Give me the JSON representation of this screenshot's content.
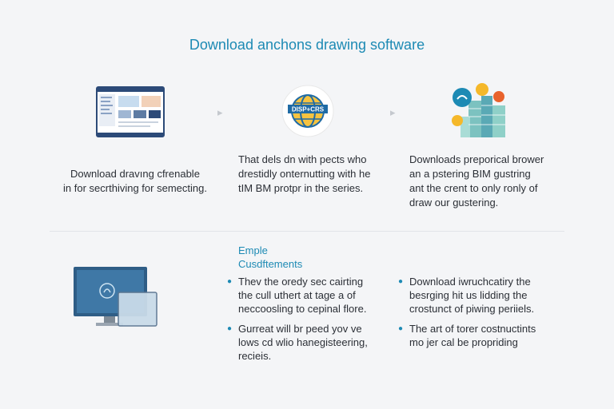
{
  "page": {
    "title": "Download anchons drawing software"
  },
  "steps": [
    {
      "icon": "desktop-app-screenshot-icon",
      "lines": [
        "Download dravıng cfrenable",
        "in for secrthiving for semecting."
      ]
    },
    {
      "icon": "globe-logo-icon",
      "logo_text": "DISP+CRS",
      "lines": [
        "That dels dn with pects who",
        "drestidly onternutting with he",
        "tIM BM protpr in the series."
      ]
    },
    {
      "icon": "bim-buildings-icon",
      "lines": [
        "Downloads preporical brower",
        "an a pstering BIM gustring",
        "ant the crent to only ronly of",
        "draw our gustering."
      ]
    }
  ],
  "requirements": {
    "heading_line1": "Emple",
    "heading_line2": "Cusdftements",
    "left": [
      {
        "lines": [
          "Thev the oredy sec cairting",
          "the cull uthert at tage a of",
          "neccoosling to cepinal flore."
        ]
      },
      {
        "lines": [
          "Gurreat will br peed yov ve",
          "lows cd wlio hanegisteering,",
          "recieis."
        ]
      }
    ],
    "right": [
      {
        "lines": [
          "Download iwruchcatiry the",
          "besrging hit us lidding the",
          "crostunct of piwing periiels."
        ]
      },
      {
        "lines": [
          "The art of torer costnuctints",
          "mo jer cal be propriding"
        ]
      }
    ]
  },
  "colors": {
    "accent": "#1d8ab4",
    "text": "#2b2f36",
    "background": "#f4f5f7"
  }
}
